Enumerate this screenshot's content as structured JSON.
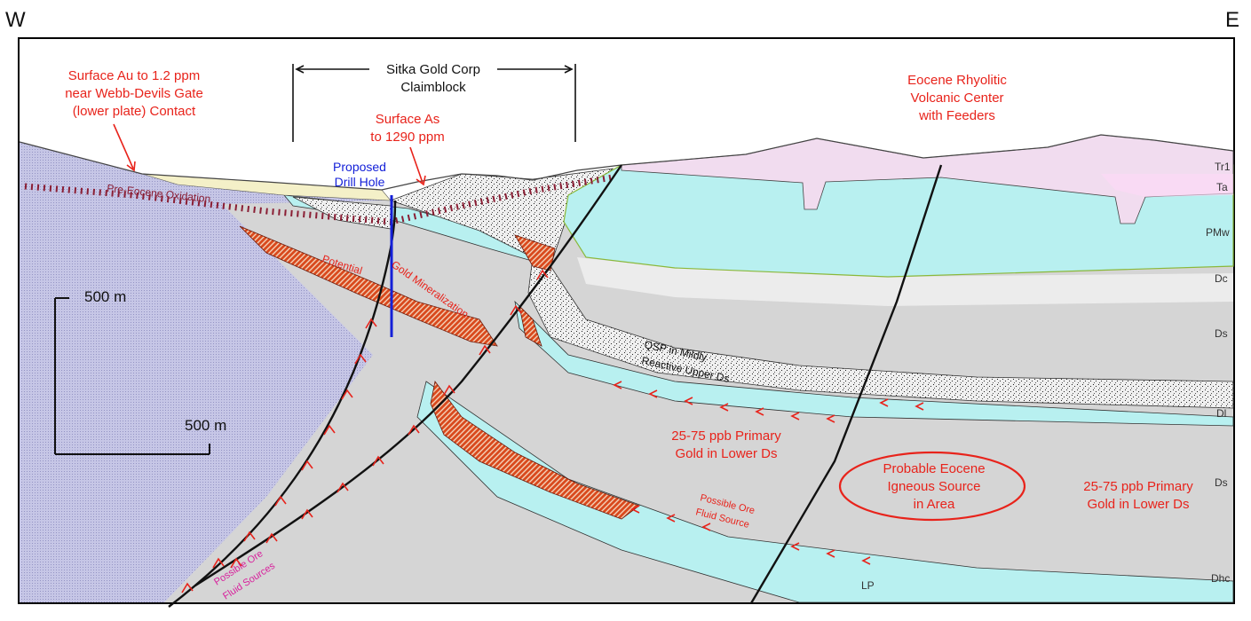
{
  "compass": {
    "west": "W",
    "east": "E"
  },
  "claimblock": {
    "line1": "Sitka Gold Corp",
    "line2": "Claimblock"
  },
  "annotations": {
    "surface_au": [
      "Surface Au to 1.2 ppm",
      "near Webb-Devils Gate",
      "(lower plate) Contact"
    ],
    "surface_as": [
      "Surface As",
      "to 1290 ppm"
    ],
    "eocene_center": [
      "Eocene Rhyolitic",
      "Volcanic Center",
      "with Feeders"
    ],
    "drill_hole": [
      "Proposed",
      "Drill Hole"
    ],
    "pre_eocene": "Pre-Eocene Oxidation",
    "potential": "Potential",
    "gold_mineralization": "Gold Mineralization",
    "qsp": [
      "QSP in Mildly",
      "Reactive Upper Ds"
    ],
    "primary_gold_center": [
      "25-75 ppb Primary",
      "Gold in Lower Ds"
    ],
    "primary_gold_right": [
      "25-75 ppb Primary",
      "Gold in Lower Ds"
    ],
    "igneous_source": [
      "Probable Eocene",
      "Igneous Source",
      "in Area"
    ],
    "ore_fluid_source": [
      "Possible Ore",
      "Fluid Source"
    ],
    "ore_fluid_sources_left": [
      "Possible Ore",
      "Fluid Sources"
    ]
  },
  "scale": {
    "vertical": "500 m",
    "horizontal": "500 m"
  },
  "units": [
    "Tr1",
    "Ta",
    "PMw",
    "Dc",
    "Ds",
    "Dl",
    "Ds",
    "Dhc",
    "LP"
  ],
  "colors": {
    "red_text": "#e8231b",
    "drill_hole": "#1420d8",
    "lower_plate": "#c9c9e8",
    "limestone": "#d5d5d5",
    "cyan_unit": "#b8f0f0",
    "rhyolite": "#f1dcef",
    "mineralization": "#d94a1e"
  }
}
